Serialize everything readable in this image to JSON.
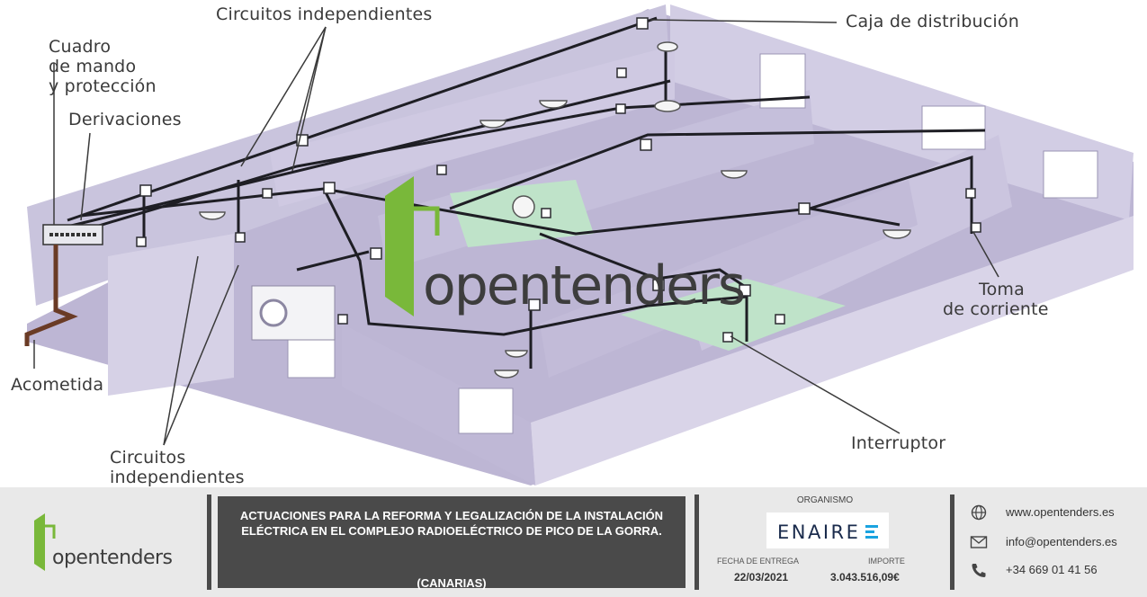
{
  "illustration": {
    "callouts": {
      "circuitos_top": "Circuitos independientes",
      "caja": "Caja de distribución",
      "cuadro_1": "Cuadro",
      "cuadro_2": "de mando",
      "cuadro_3": "y protección",
      "derivaciones": "Derivaciones",
      "toma_1": "Toma",
      "toma_2": "de corriente",
      "acometida": "Acometida",
      "interruptor": "Interruptor",
      "circuitos_bottom_1": "Circuitos",
      "circuitos_bottom_2": "independientes"
    },
    "watermark": "opentenders"
  },
  "footer": {
    "logo": "opentenders",
    "title": "ACTUACIONES PARA LA REFORMA Y LEGALIZACIÓN DE LA INSTALACIÓN ELÉCTRICA EN EL COMPLEJO RADIOELÉCTRICO DE PICO DE LA GORRA.",
    "region": "(CANARIAS)",
    "organismo_label": "ORGANISMO",
    "organismo_logo": "ENAIRE",
    "fecha_label": "FECHA DE ENTREGA",
    "fecha_value": "22/03/2021",
    "importe_label": "IMPORTE",
    "importe_value": "3.043.516,09€",
    "web": "www.opentenders.es",
    "email": "info@opentenders.es",
    "phone": "+34 669 01 41 56"
  },
  "colors": {
    "accent_green": "#79b83a",
    "wall": "#c9c4dd",
    "wall_dark": "#b4aecb",
    "footer_bg": "#e9e9e9",
    "title_bg": "#4a4a4a",
    "enaire_blue": "#1a2b4c",
    "enaire_cyan": "#1aa3e0"
  },
  "icons": [
    "globe-icon",
    "envelope-icon",
    "phone-icon"
  ]
}
